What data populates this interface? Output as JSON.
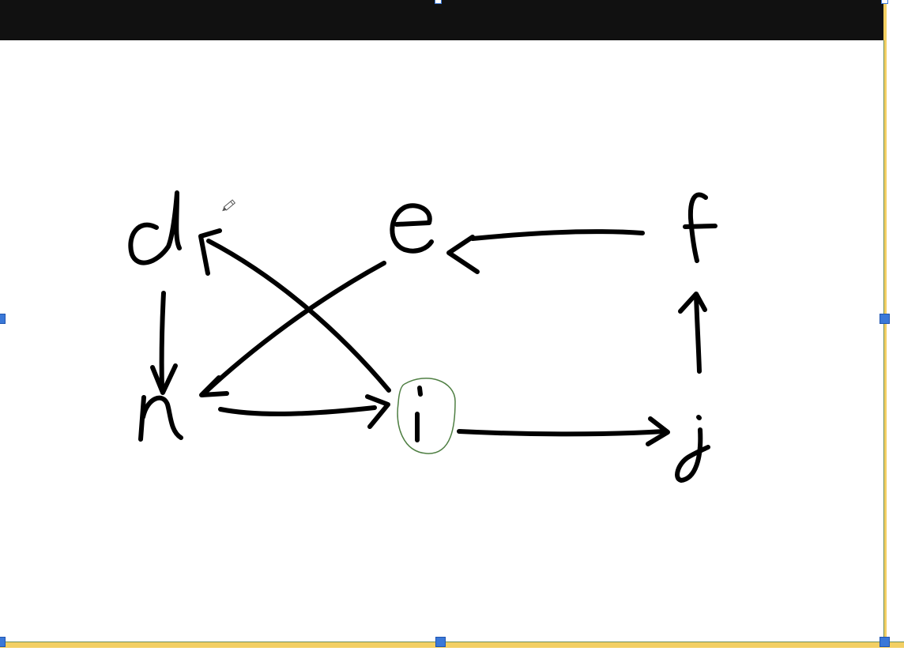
{
  "diagram": {
    "nodes": [
      {
        "id": "d",
        "label": "d"
      },
      {
        "id": "e",
        "label": "e"
      },
      {
        "id": "f",
        "label": "f"
      },
      {
        "id": "h",
        "label": "h"
      },
      {
        "id": "i",
        "label": "i"
      },
      {
        "id": "j",
        "label": "j"
      }
    ],
    "edges": [
      {
        "from": "d",
        "to": "h"
      },
      {
        "from": "e",
        "to": "h"
      },
      {
        "from": "f",
        "to": "e"
      },
      {
        "from": "h",
        "to": "i"
      },
      {
        "from": "i",
        "to": "d"
      },
      {
        "from": "i",
        "to": "j"
      },
      {
        "from": "j",
        "to": "f"
      }
    ],
    "highlighted_node": "i"
  },
  "colors": {
    "ink": "#000000",
    "highlight": "#4f7f43",
    "handle": "#3a78d8",
    "frame": "#f3cf63",
    "titlebar": "#111111"
  },
  "cursor_icon": "pencil-icon"
}
